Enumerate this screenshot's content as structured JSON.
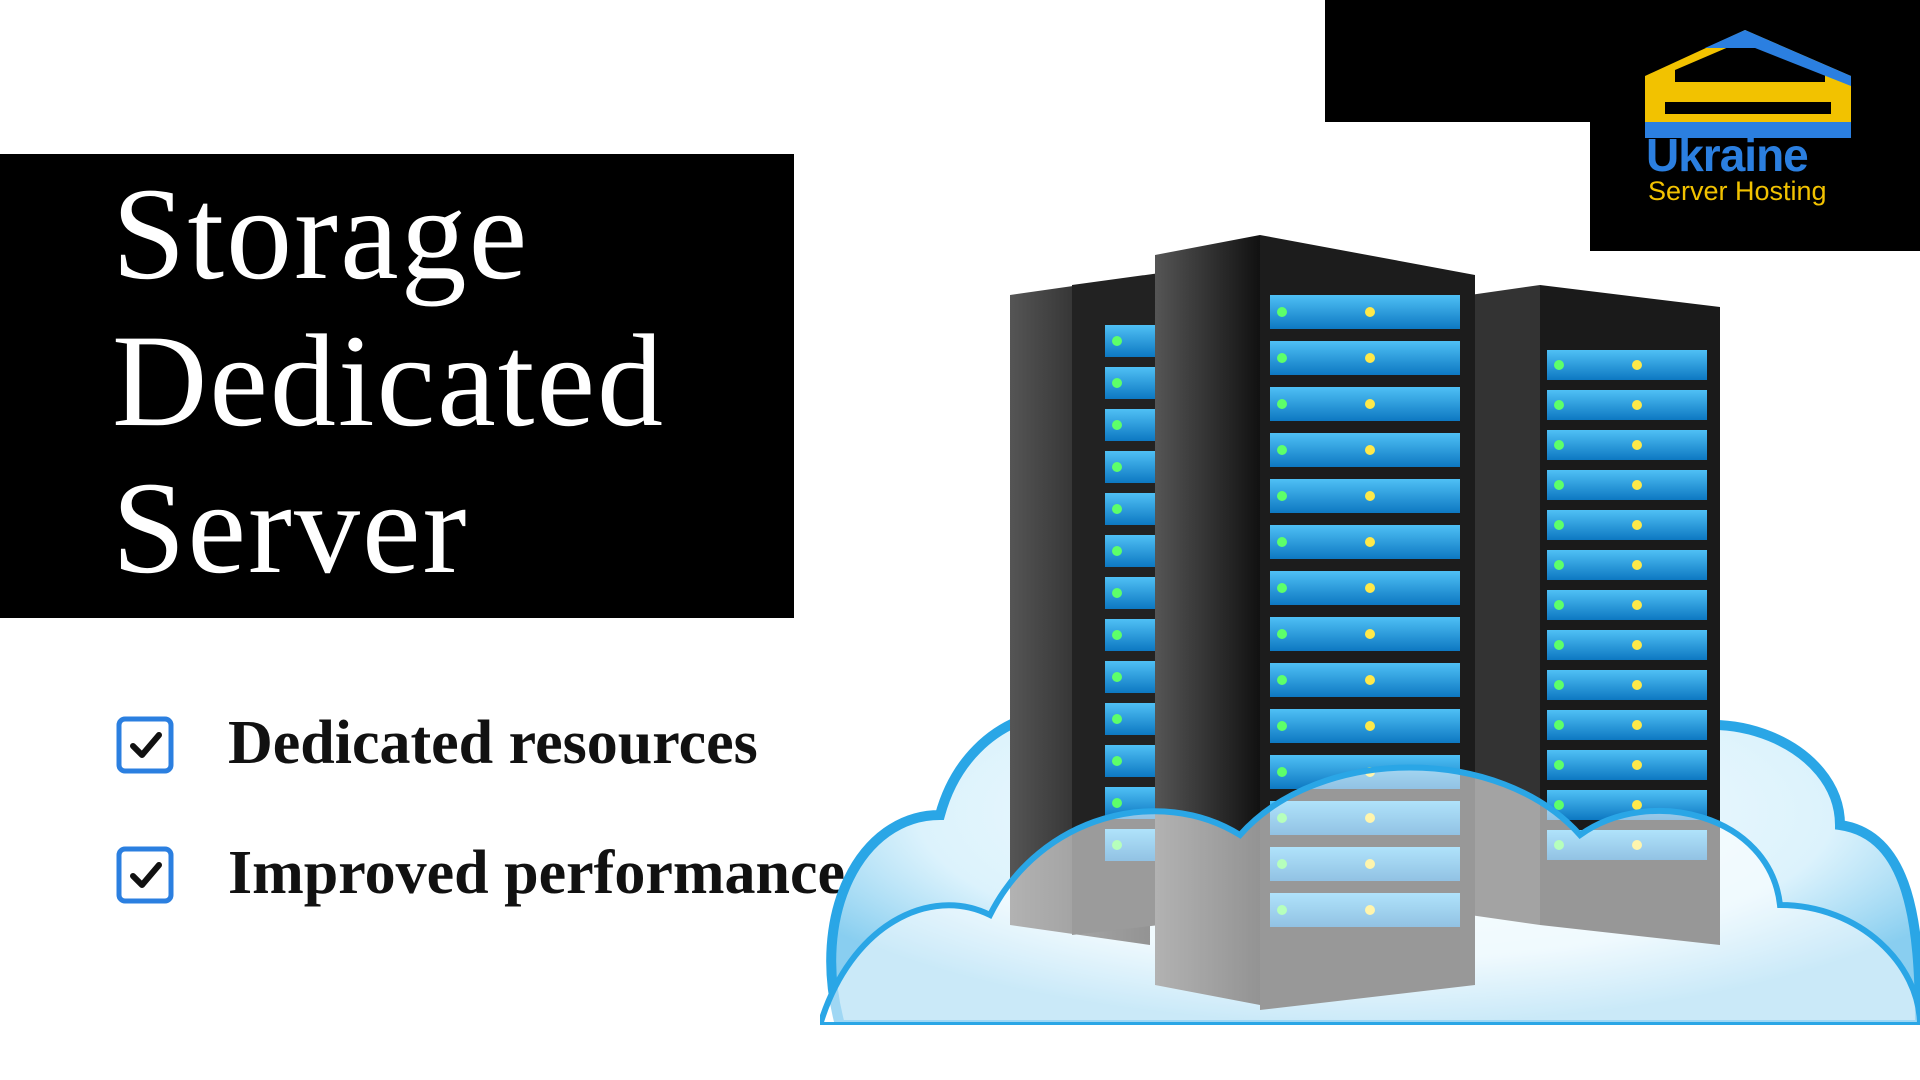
{
  "title": {
    "line1": "Storage",
    "line2": "Dedicated",
    "line3": "Server"
  },
  "features": [
    {
      "label": "Dedicated resources",
      "icon": "checkbox-checked-icon"
    },
    {
      "label": "Improved performance",
      "icon": "checkbox-checked-icon"
    }
  ],
  "logo": {
    "name": "Ukraine",
    "subtitle": "Server Hosting"
  },
  "illustration": {
    "description": "server-racks-cloud-illustration"
  },
  "colors": {
    "accent_blue": "#2b7fe0",
    "logo_yellow": "#f2c200",
    "panel_black": "#000000",
    "server_blue": "#1e9be8"
  }
}
